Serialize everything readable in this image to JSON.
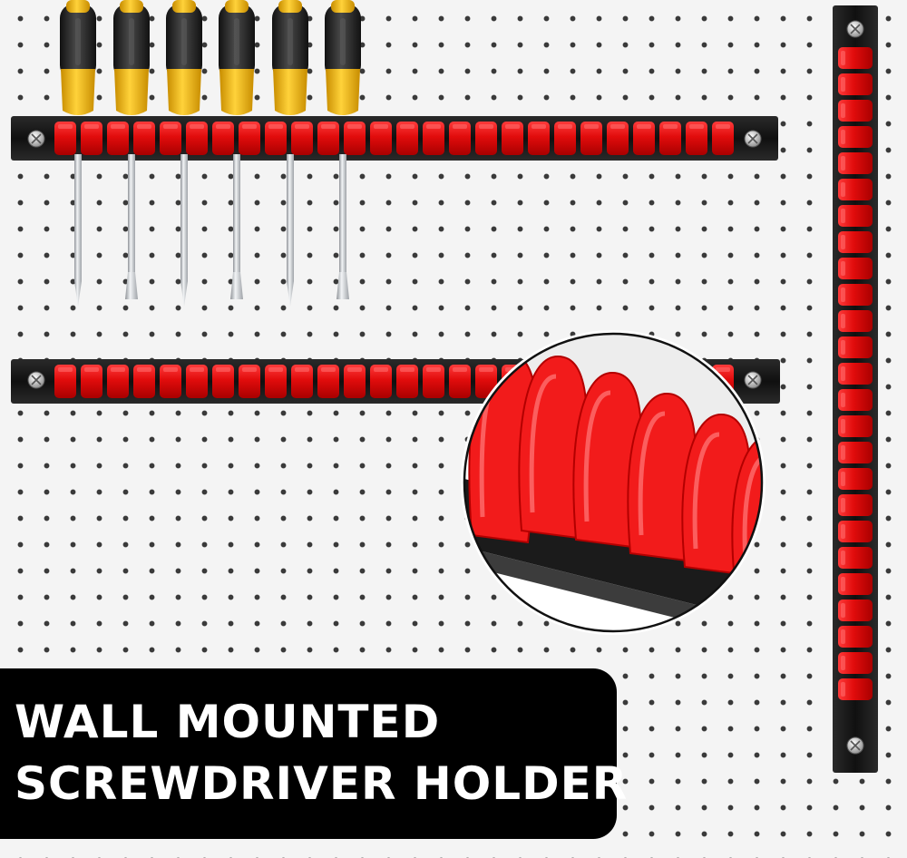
{
  "caption": {
    "line1": "WALL MOUNTED",
    "line2": "SCREWDRIVER HOLDER"
  },
  "colors": {
    "background": "#f4f4f4",
    "peg_hole": "#3a3a3a",
    "rail": "#141414",
    "clip_red": "#e10c0c",
    "handle_black": "#222222",
    "handle_yellow": "#f2b70f",
    "shaft_steel": "#c9ccd0",
    "caption_bg": "#000000",
    "caption_text": "#ffffff"
  },
  "screwdrivers": [
    {
      "tip": "phillips"
    },
    {
      "tip": "flat"
    },
    {
      "tip": "phillips"
    },
    {
      "tip": "flat"
    },
    {
      "tip": "phillips"
    },
    {
      "tip": "flat"
    }
  ],
  "icons": [
    "screw-icon"
  ]
}
